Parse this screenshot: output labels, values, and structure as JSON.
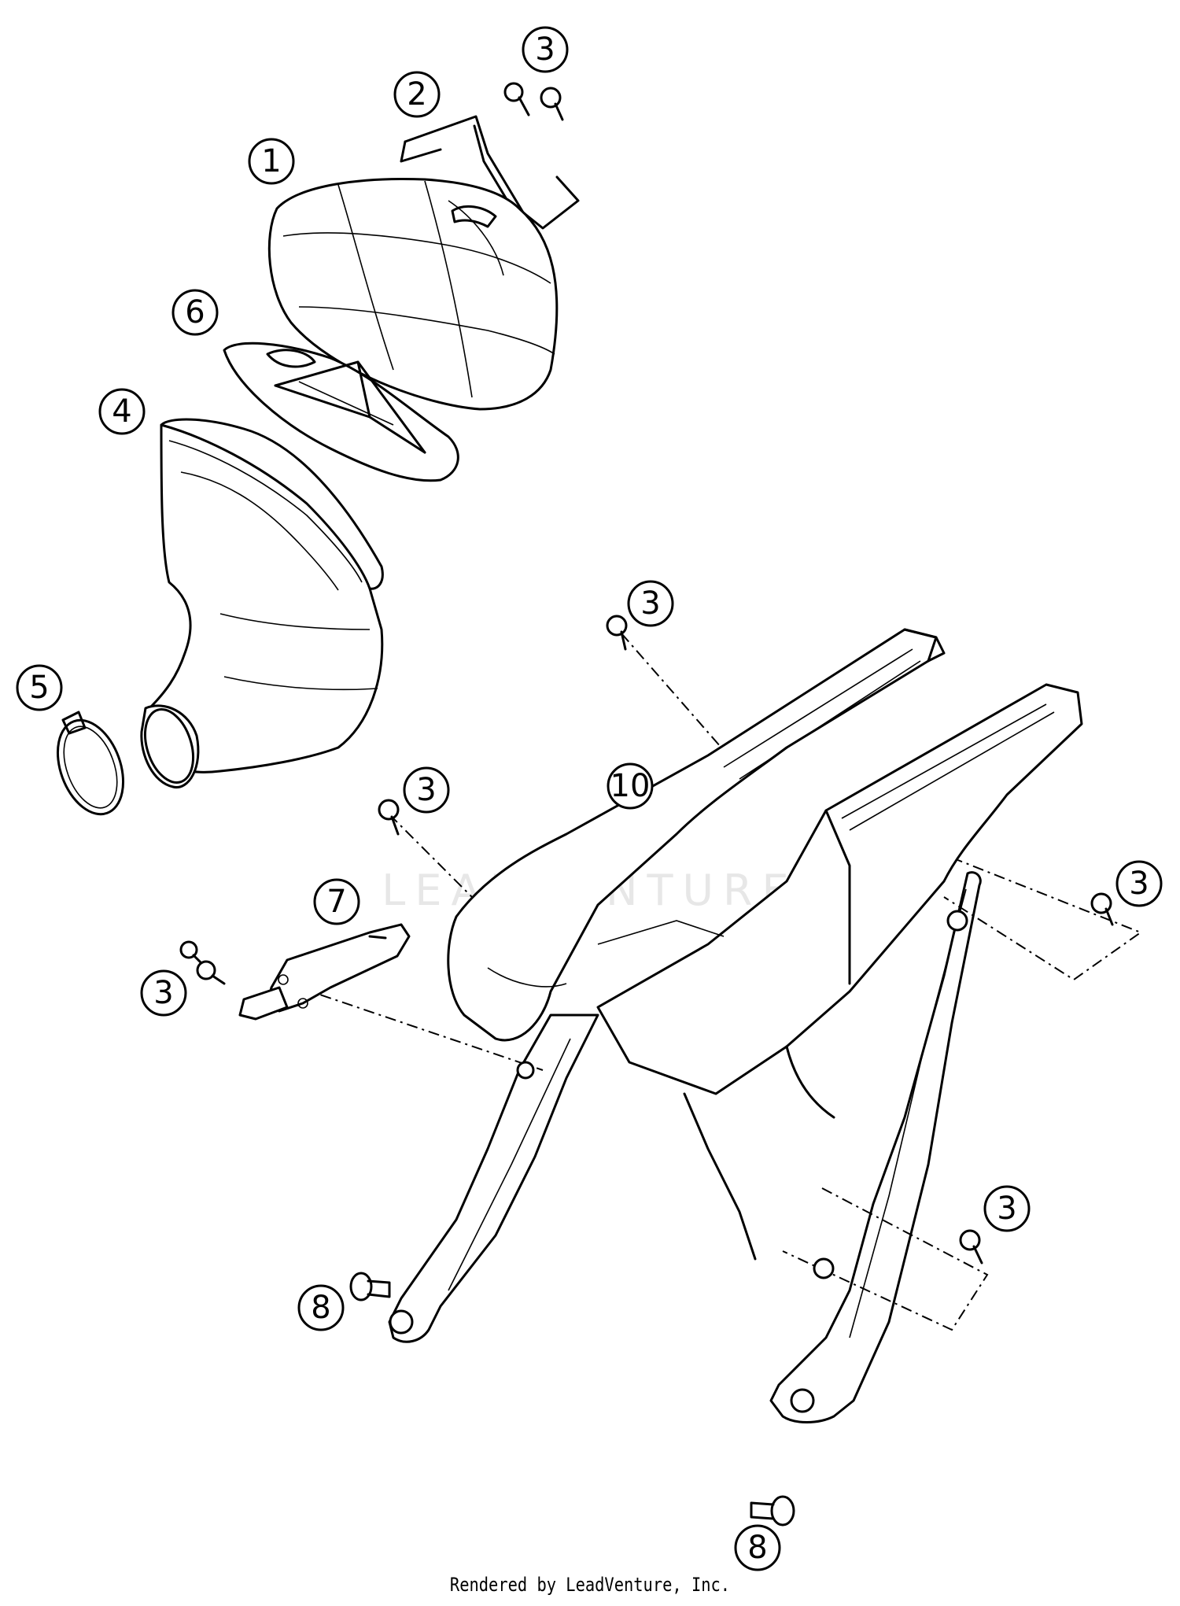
{
  "watermark": "LEADVENTURE",
  "credit": "Rendered by LeadVenture, Inc.",
  "callouts": [
    {
      "id": "callout-1",
      "label": "1"
    },
    {
      "id": "callout-2",
      "label": "2"
    },
    {
      "id": "callout-3-top",
      "label": "3"
    },
    {
      "id": "callout-6",
      "label": "6"
    },
    {
      "id": "callout-4",
      "label": "4"
    },
    {
      "id": "callout-5",
      "label": "5"
    },
    {
      "id": "callout-3-mid",
      "label": "3"
    },
    {
      "id": "callout-10",
      "label": "10"
    },
    {
      "id": "callout-3-left",
      "label": "3"
    },
    {
      "id": "callout-7",
      "label": "7"
    },
    {
      "id": "callout-3-lower-left",
      "label": "3"
    },
    {
      "id": "callout-3-right",
      "label": "3"
    },
    {
      "id": "callout-3-lower-right",
      "label": "3"
    },
    {
      "id": "callout-8-left",
      "label": "8"
    },
    {
      "id": "callout-8-bottom",
      "label": "8"
    }
  ]
}
